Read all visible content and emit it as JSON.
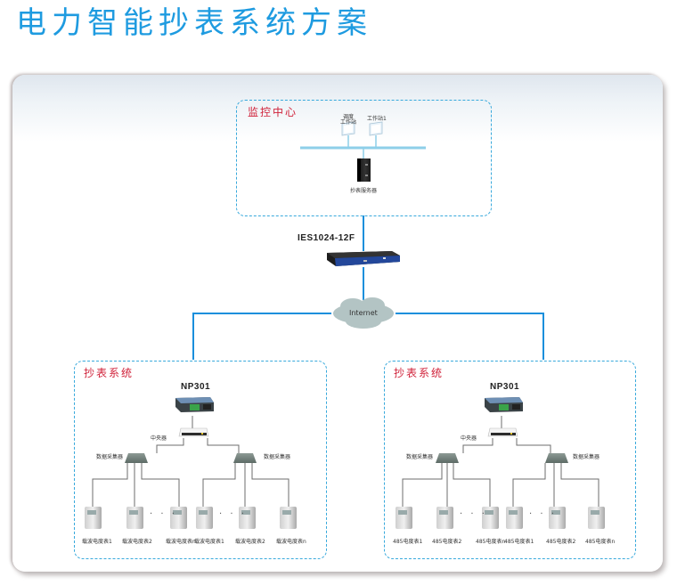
{
  "title": "电力智能抄表系统方案",
  "monitor_center": {
    "title": "监控中心",
    "workstation_dispatch": "调度\n工作站",
    "workstation_dispatch_line1": "调度",
    "workstation_dispatch_line2": "工作站",
    "workstation_1": "工作站1",
    "server": "抄表服务器"
  },
  "switch": {
    "model": "IES1024-12F"
  },
  "cloud": {
    "label": "Internet"
  },
  "systems": [
    {
      "title": "抄表系统",
      "gateway": "NP301",
      "hub": "中央器",
      "collector_left": "数据采集器",
      "collector_right": "数据采集器",
      "meters": [
        "载波电度表1",
        "载波电度表2",
        "载波电度表n",
        "载波电度表1",
        "载波电度表2",
        "载波电度表n"
      ],
      "ellipsis": "· · ·"
    },
    {
      "title": "抄表系统",
      "gateway": "NP301",
      "hub": "中央器",
      "collector_left": "数据采集器",
      "collector_right": "数据采集器",
      "meters": [
        "485电度表1",
        "485电度表2",
        "485电度表n",
        "485电度表1",
        "485电度表2",
        "485电度表n"
      ],
      "ellipsis": "· · ·"
    }
  ],
  "colors": {
    "title": "#1e9be0",
    "zone_title": "#d0223a",
    "zone_border": "#38a9dc",
    "network_line": "#1a8fdc",
    "field_line": "#6d6d6d"
  }
}
